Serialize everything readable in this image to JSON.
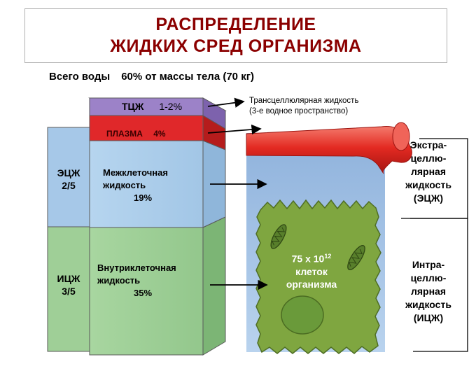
{
  "title": {
    "line1": "РАСПРЕДЕЛЕНИЕ",
    "line2": "ЖИДКИХ СРЕД ОРГАНИЗМА"
  },
  "total_water": {
    "label": "Всего воды",
    "value": "60% от массы тела (70 кг)"
  },
  "left_column": {
    "ecf": {
      "abbr": "ЭЦЖ",
      "fraction": "2/5"
    },
    "icf": {
      "abbr": "ИЦЖ",
      "fraction": "3/5"
    }
  },
  "blocks": {
    "tcf": {
      "abbr": "ТЦЖ",
      "percent": "1-2%"
    },
    "plasma": {
      "label": "ПЛАЗМА",
      "percent": "4%"
    },
    "interstitial": {
      "line1": "Межклеточная",
      "line2": "жидкость",
      "percent": "19%"
    },
    "intracellular": {
      "line1": "Внутриклеточная",
      "line2": "жидкость",
      "percent": "35%"
    }
  },
  "transcellular_note": {
    "line1": "Трансцеллюлярная жидкость",
    "line2": "(3-е водное пространство)"
  },
  "cells": {
    "count_base": "75 х 10",
    "count_exp": "12",
    "line2": "клеток",
    "line3": "организма"
  },
  "right_labels": {
    "ecf": {
      "lines": [
        "Экстра-",
        "целлю-",
        "лярная",
        "жидкость"
      ],
      "abbr": "(ЭЦЖ)"
    },
    "icf": {
      "lines": [
        "Интра-",
        "целлю-",
        "лярная",
        "жидкость"
      ],
      "abbr": "(ИЦЖ)"
    }
  },
  "colors": {
    "title": "#8b0000",
    "tcf_purple": "#9c82c8",
    "plasma_red": "#e0282a",
    "interstitial_blue": "#a9cbe9",
    "intracellular_green": "#8fc58a",
    "cell_green": "#7fa640",
    "vessel_red": "#e32a22"
  }
}
